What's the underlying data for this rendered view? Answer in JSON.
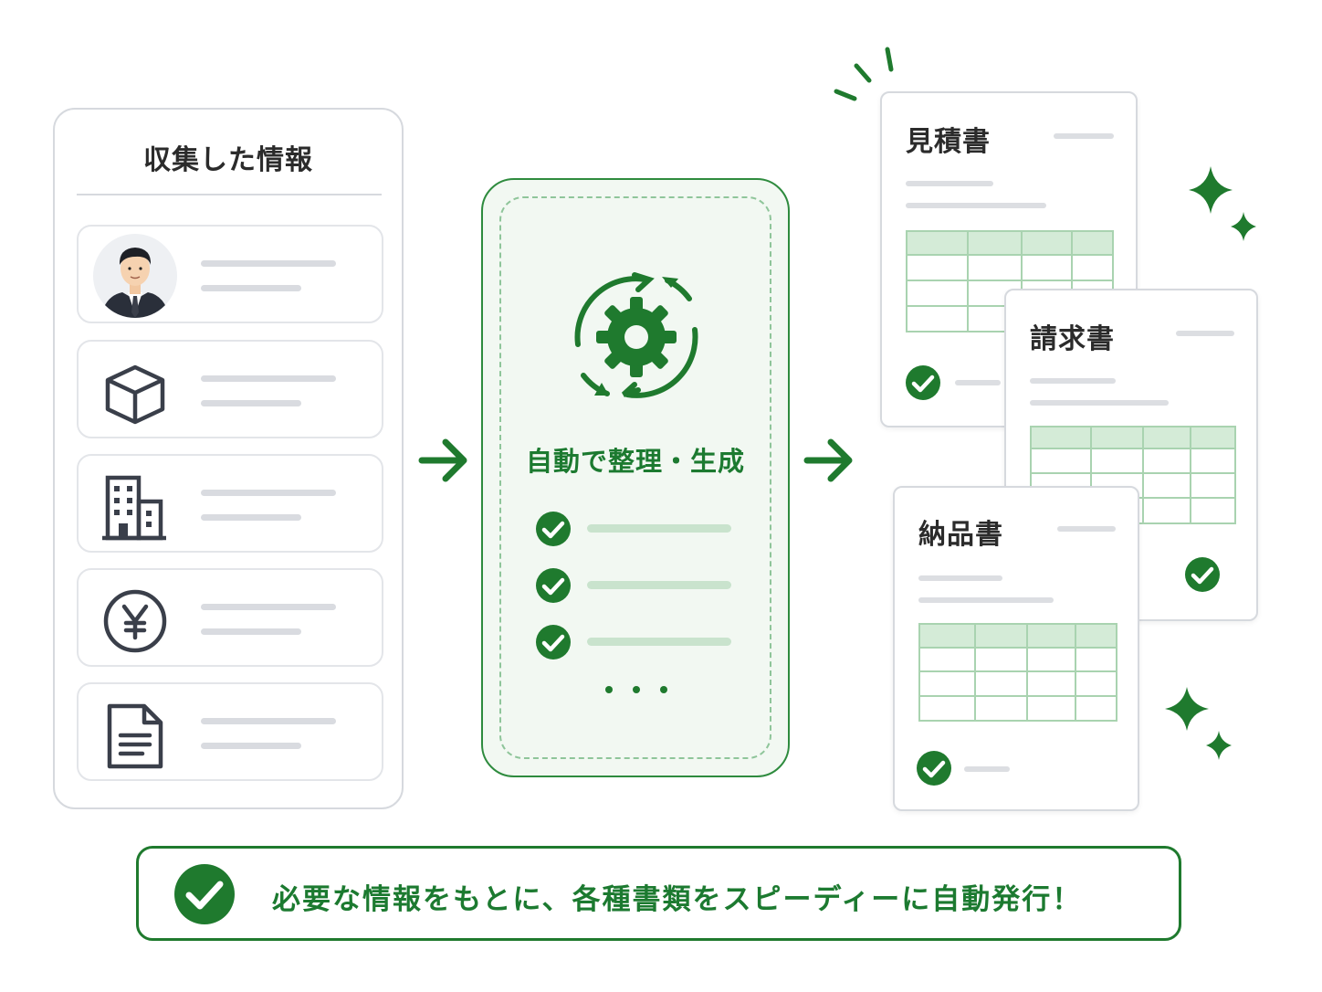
{
  "left_panel": {
    "title": "収集した情報",
    "items": [
      {
        "icon": "person-avatar-icon"
      },
      {
        "icon": "box-icon"
      },
      {
        "icon": "building-icon"
      },
      {
        "icon": "yen-icon"
      },
      {
        "icon": "document-icon"
      }
    ]
  },
  "process": {
    "label": "自動で整理・生成",
    "icon": "gear-cycle-icon",
    "checklist_count": 3,
    "ellipsis": "…"
  },
  "documents": [
    {
      "title": "見積書"
    },
    {
      "title": "請求書"
    },
    {
      "title": "納品書"
    }
  ],
  "banner": {
    "text": "必要な情報をもとに、各種書類をスピーディーに自動発行！"
  },
  "colors": {
    "accent": "#1f7a2e",
    "accent_light": "#c9e3cd",
    "panel_bg": "#f2f8f2",
    "neutral_bar": "#d9dbe0"
  }
}
